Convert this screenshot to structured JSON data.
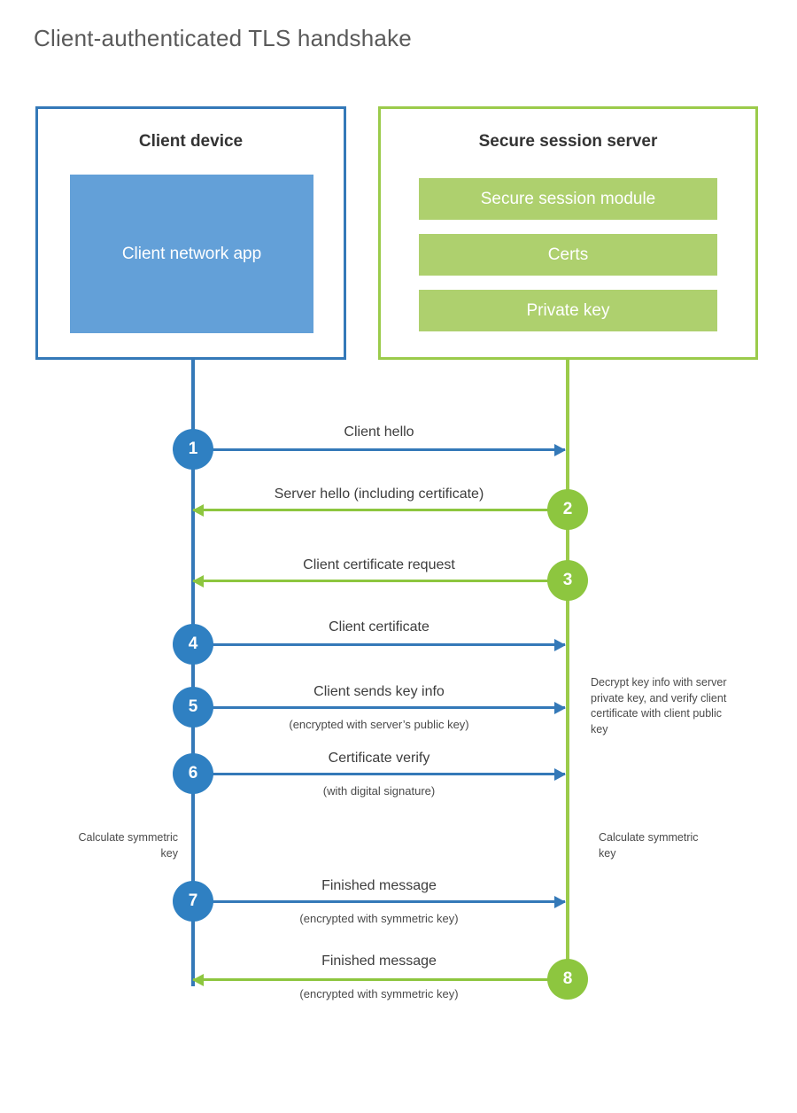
{
  "title": "Client-authenticated TLS handshake",
  "colors": {
    "client_blue": "#3479b8",
    "client_circle": "#2f80c2",
    "client_app_fill": "#63a0d8",
    "server_green": "#9bcb4b",
    "server_circle": "#8dc63f",
    "server_module_fill": "#aed06e",
    "title_gray": "#5a5a5a",
    "text_gray": "#3d3d3d"
  },
  "actors": {
    "client": {
      "title": "Client device",
      "component": "Client network app"
    },
    "server": {
      "title": "Secure session server",
      "modules": [
        "Secure session module",
        "Certs",
        "Private key"
      ]
    }
  },
  "steps": [
    {
      "number": "1",
      "label": "Client hello",
      "sublabel": "",
      "direction": "client-to-server",
      "side": "client"
    },
    {
      "number": "2",
      "label": "Server hello (including certificate)",
      "sublabel": "",
      "direction": "server-to-client",
      "side": "server"
    },
    {
      "number": "3",
      "label": "Client certificate request",
      "sublabel": "",
      "direction": "server-to-client",
      "side": "server"
    },
    {
      "number": "4",
      "label": "Client certificate",
      "sublabel": "",
      "direction": "client-to-server",
      "side": "client"
    },
    {
      "number": "5",
      "label": "Client sends key info",
      "sublabel": "(encrypted with server’s public key)",
      "direction": "client-to-server",
      "side": "client"
    },
    {
      "number": "6",
      "label": "Certificate verify",
      "sublabel": "(with digital signature)",
      "direction": "client-to-server",
      "side": "client"
    },
    {
      "number": "7",
      "label": "Finished message",
      "sublabel": "(encrypted with symmetric key)",
      "direction": "client-to-server",
      "side": "client"
    },
    {
      "number": "8",
      "label": "Finished message",
      "sublabel": "(encrypted with symmetric key)",
      "direction": "server-to-client",
      "side": "server"
    }
  ],
  "notes": {
    "server_decrypt": "Decrypt key info with server private key, and verify client certificate with client public key",
    "client_calculate": "Calculate symmetric key",
    "server_calculate": "Calculate symmetric key"
  },
  "chart_data": {
    "type": "diagram",
    "diagram_kind": "sequence",
    "title": "Client-authenticated TLS handshake",
    "participants": [
      "Client device",
      "Secure session server"
    ],
    "messages": [
      {
        "seq": 1,
        "from": "Client device",
        "to": "Secure session server",
        "text": "Client hello"
      },
      {
        "seq": 2,
        "from": "Secure session server",
        "to": "Client device",
        "text": "Server hello (including certificate)"
      },
      {
        "seq": 3,
        "from": "Secure session server",
        "to": "Client device",
        "text": "Client certificate request"
      },
      {
        "seq": 4,
        "from": "Client device",
        "to": "Secure session server",
        "text": "Client certificate"
      },
      {
        "seq": 5,
        "from": "Client device",
        "to": "Secure session server",
        "text": "Client sends key info",
        "note": "(encrypted with server’s public key)"
      },
      {
        "seq": 6,
        "from": "Client device",
        "to": "Secure session server",
        "text": "Certificate verify",
        "note": "(with digital signature)"
      },
      {
        "seq": 7,
        "from": "Client device",
        "to": "Secure session server",
        "text": "Finished message",
        "note": "(encrypted with symmetric key)"
      },
      {
        "seq": 8,
        "from": "Secure session server",
        "to": "Client device",
        "text": "Finished message",
        "note": "(encrypted with symmetric key)"
      }
    ],
    "annotations": [
      {
        "actor": "Secure session server",
        "text": "Decrypt key info with server private key, and verify client certificate with client public key"
      },
      {
        "actor": "Client device",
        "text": "Calculate symmetric key"
      },
      {
        "actor": "Secure session server",
        "text": "Calculate symmetric key"
      }
    ]
  }
}
